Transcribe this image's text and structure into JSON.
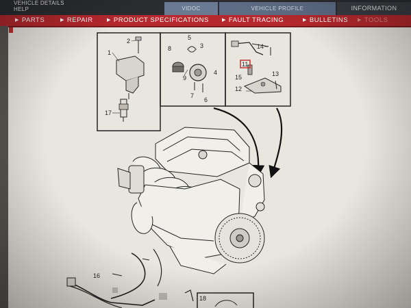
{
  "header": {
    "menu": [
      "VEHICLE DETAILS",
      "HELP"
    ],
    "tabs": [
      "VIDOC",
      "VEHICLE PROFILE"
    ],
    "info_tab": "INFORMATION"
  },
  "nav": {
    "items": [
      "PARTS",
      "REPAIR",
      "PRODUCT SPECIFICATIONS",
      "FAULT TRACING",
      "BULLETINS",
      "TOOLS"
    ]
  },
  "diagram": {
    "callouts": {
      "p1": "1",
      "p2": "2",
      "p3": "3",
      "p4": "4",
      "p5": "5",
      "p6": "6",
      "p7": "7",
      "p8": "8",
      "p9": "9",
      "p11": "11",
      "p12": "12",
      "p13": "13",
      "p14": "14",
      "p15": "15",
      "p16": "16",
      "p17": "17",
      "p18": "18"
    },
    "highlighted_part": "11"
  },
  "colors": {
    "nav_bar": "#b5282d",
    "header": "#2b2d31",
    "highlight": "#c0312f",
    "paper": "#e9e6df"
  }
}
